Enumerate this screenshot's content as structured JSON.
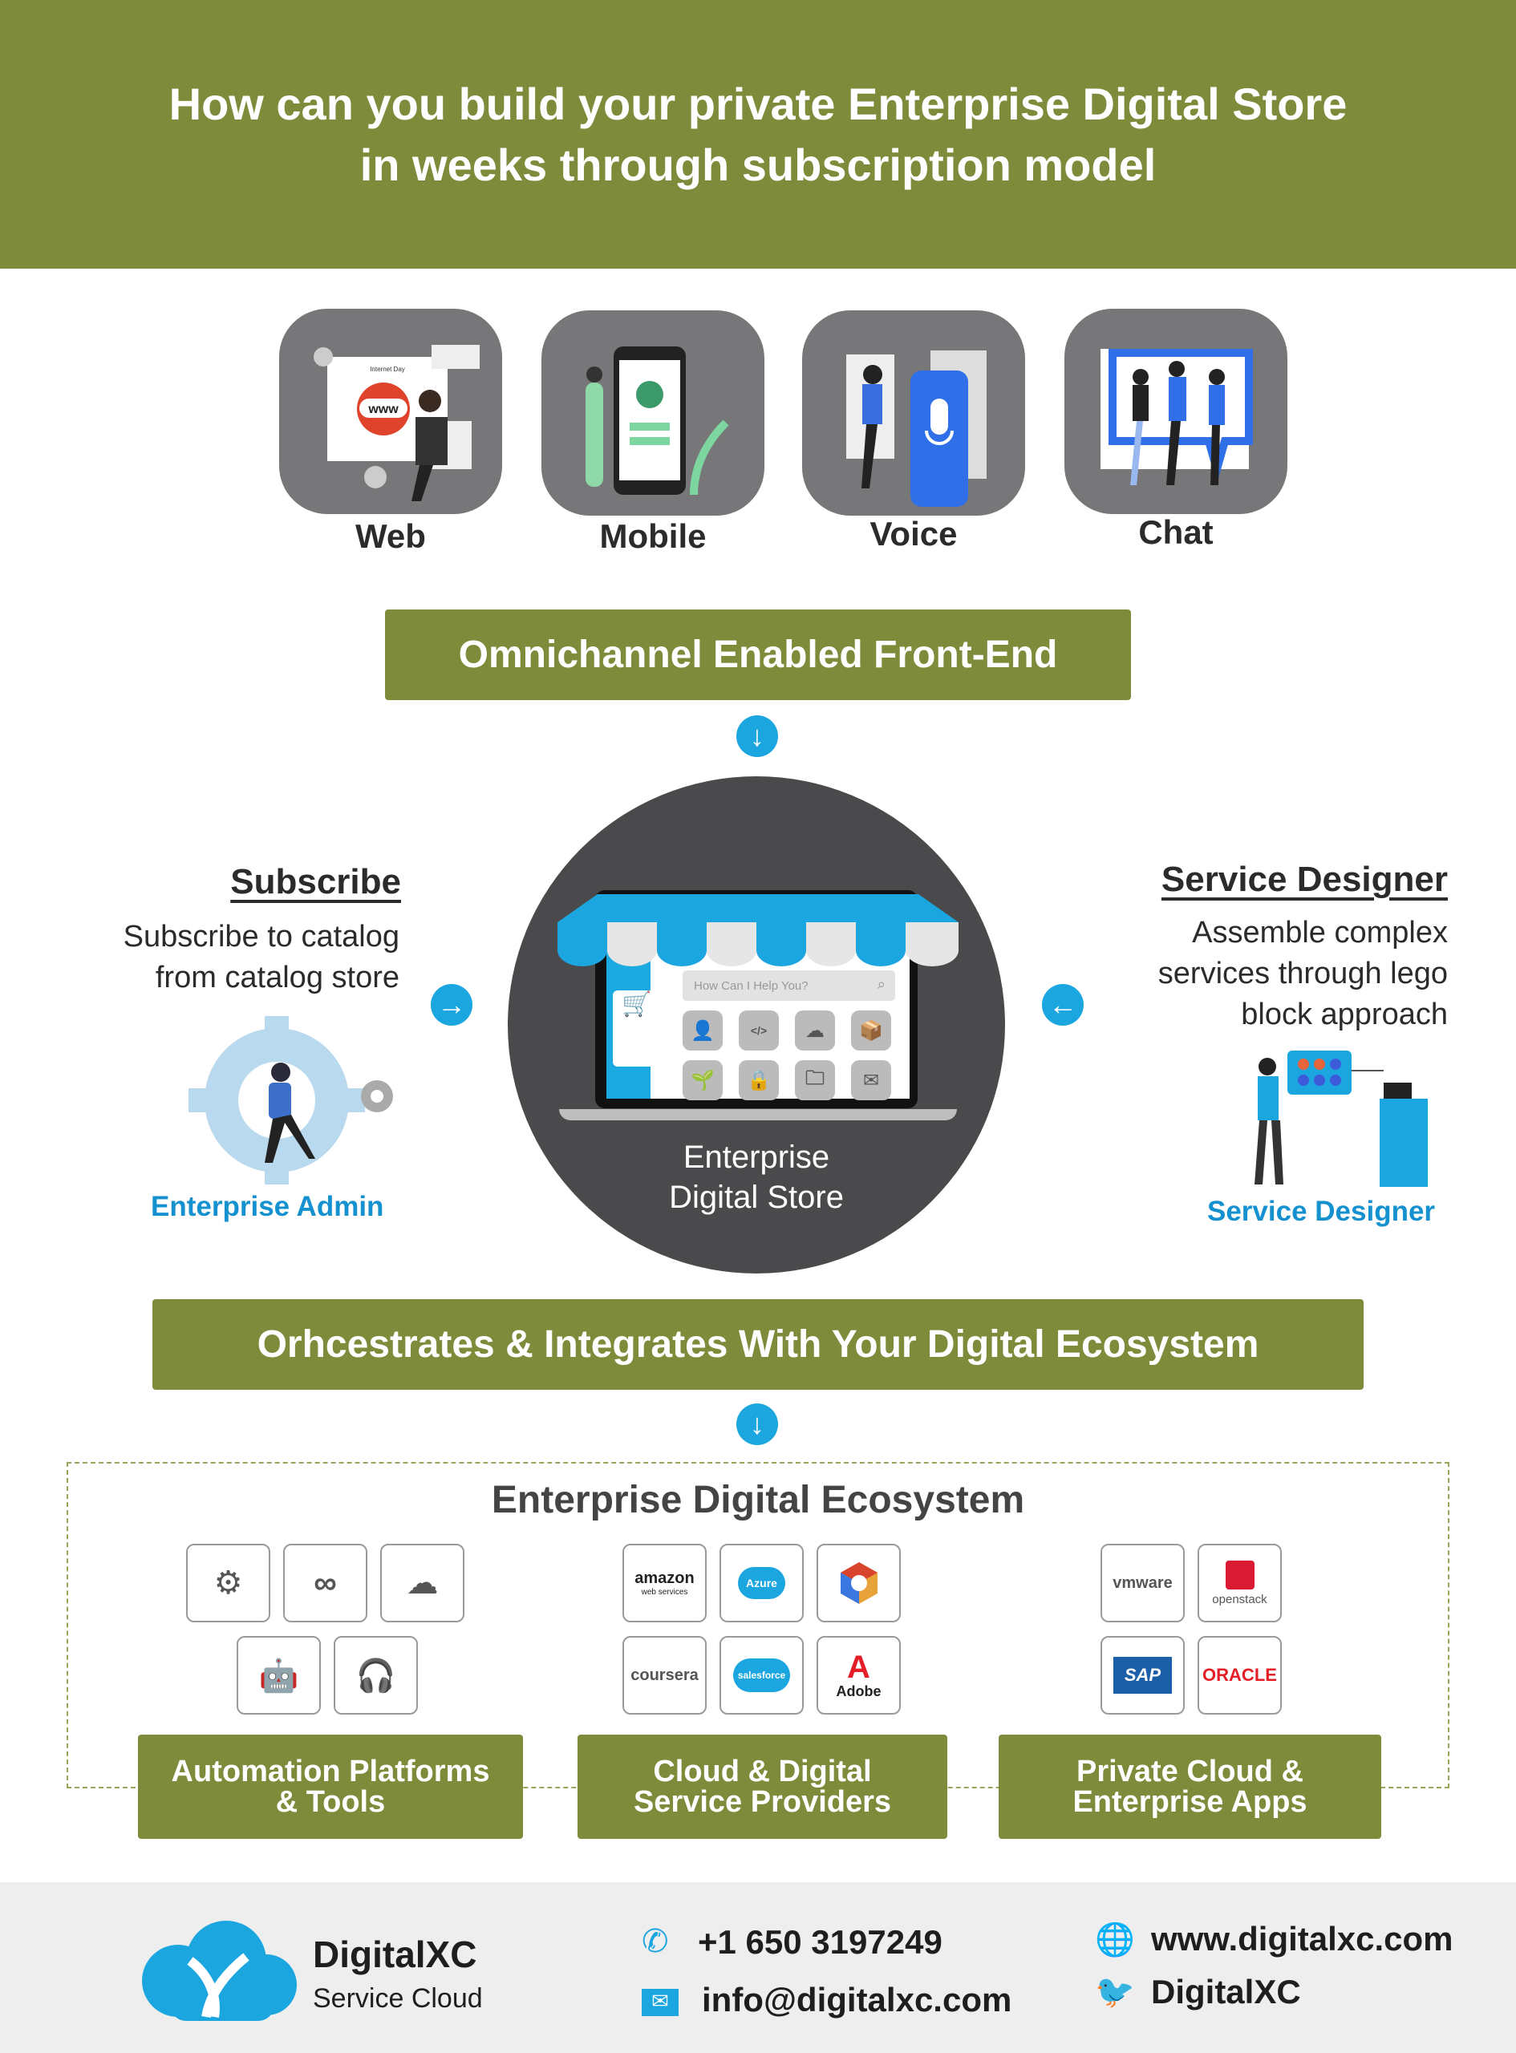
{
  "header": {
    "title_line1": "How can you build your private Enterprise Digital Store",
    "title_line2": "in weeks through subscription model"
  },
  "channels": [
    {
      "label": "Web"
    },
    {
      "label": "Mobile"
    },
    {
      "label": "Voice"
    },
    {
      "label": "Chat"
    }
  ],
  "web_illustration": {
    "www": "www",
    "page_title": "Internet Day"
  },
  "omnichannel": {
    "label": "Omnichannel Enabled Front-End"
  },
  "subscribe": {
    "heading": "Subscribe",
    "line1": "Subscribe to catalog",
    "line2": "from catalog store",
    "role": "Enterprise Admin"
  },
  "designer": {
    "heading": "Service Designer",
    "line1": "Assemble complex",
    "line2": "services through lego",
    "line3": "block approach",
    "role": "Service Designer"
  },
  "store": {
    "search_placeholder": "How Can I Help You?",
    "label_line1": "Enterprise",
    "label_line2": "Digital Store",
    "code_glyph": "</>"
  },
  "orchestrate": {
    "label": "Orhcestrates &  Integrates With Your Digital Ecosystem"
  },
  "ecosystem": {
    "title": "Enterprise Digital Ecosystem",
    "groups": [
      {
        "label_line1": "Automation Platforms",
        "label_line2": "& Tools",
        "tiles": [
          "gear-code",
          "infinity",
          "cloud-wifi",
          "robot",
          "headset"
        ]
      },
      {
        "label_line1": "Cloud & Digital",
        "label_line2": "Service Providers",
        "tiles": [
          "amazon",
          "Azure",
          "gcp",
          "coursera",
          "salesforce",
          "Adobe"
        ]
      },
      {
        "label_line1": "Private Cloud &",
        "label_line2": "Enterprise Apps",
        "tiles": [
          "vmware",
          "openstack",
          "SAP",
          "ORACLE"
        ]
      }
    ],
    "amazon_sub": "web services"
  },
  "footer": {
    "brand": "DigitalXC",
    "brand_sub": "Service Cloud",
    "phone": "+1 650 3197249",
    "email": "info@digitalxc.com",
    "website": "www.digitalxc.com",
    "twitter": "DigitalXC"
  },
  "colors": {
    "olive": "#7e8b3a",
    "blue": "#1ba6e0",
    "dark": "#4a4a4c"
  }
}
